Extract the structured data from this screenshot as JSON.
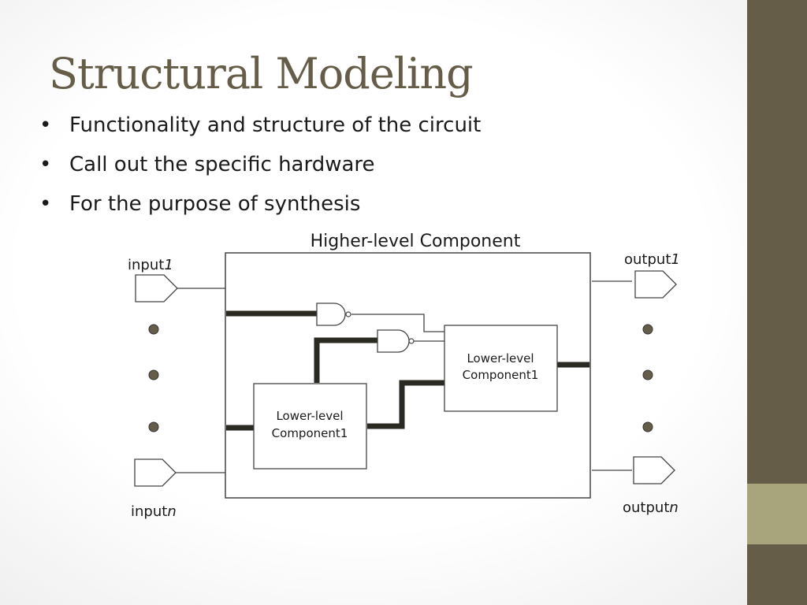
{
  "slide": {
    "title": "Structural Modeling",
    "bullets": [
      "Functionality and structure of the circuit",
      "Call out the specific hardware",
      "For the purpose of synthesis"
    ]
  },
  "diagram": {
    "outer_label": "Higher-level Component",
    "inner_upper_label": [
      "Lower-level",
      "Component1"
    ],
    "inner_lower_label": [
      "Lower-level",
      "Component1"
    ],
    "input_first": {
      "base": "input",
      "index": "1"
    },
    "input_last": {
      "base": "input",
      "index": "n"
    },
    "output_first": {
      "base": "output",
      "index": "1"
    },
    "output_last": {
      "base": "output",
      "index": "n"
    }
  },
  "colors": {
    "title": "#665d48",
    "sidebar": "#665d48",
    "sidebar_accent": "#a8a47c",
    "wire": "#2b2a22",
    "dot": "#665d48"
  }
}
